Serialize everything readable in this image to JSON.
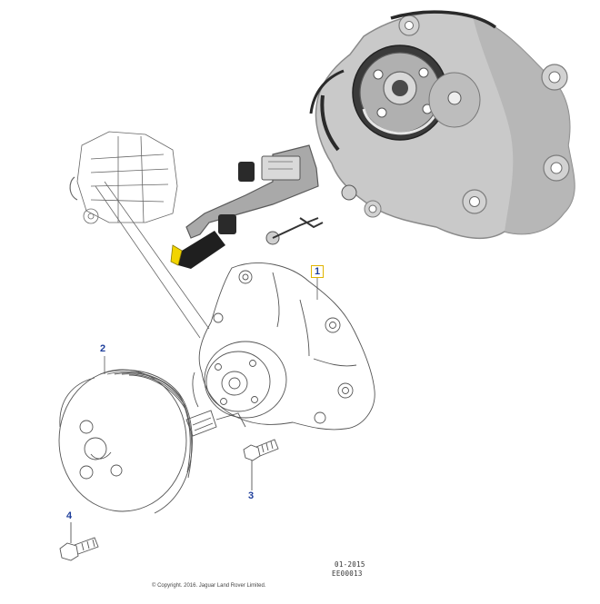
{
  "callouts": {
    "c1": "1",
    "c2": "2",
    "c3": "3",
    "c4": "4"
  },
  "meta": {
    "date_code": "01-2015",
    "ref_code": "EE00013",
    "copyright": "© Copyright. 2016. Jaguar Land Rover Limited."
  },
  "colors": {
    "callout_text": "#1f3f9b",
    "highlight_box": "#e0b400",
    "line_art": "#555555",
    "photo_metal": "#c9c9c9",
    "photo_dark": "#2a2a2a",
    "photo_yellow_tip": "#f2d400"
  }
}
